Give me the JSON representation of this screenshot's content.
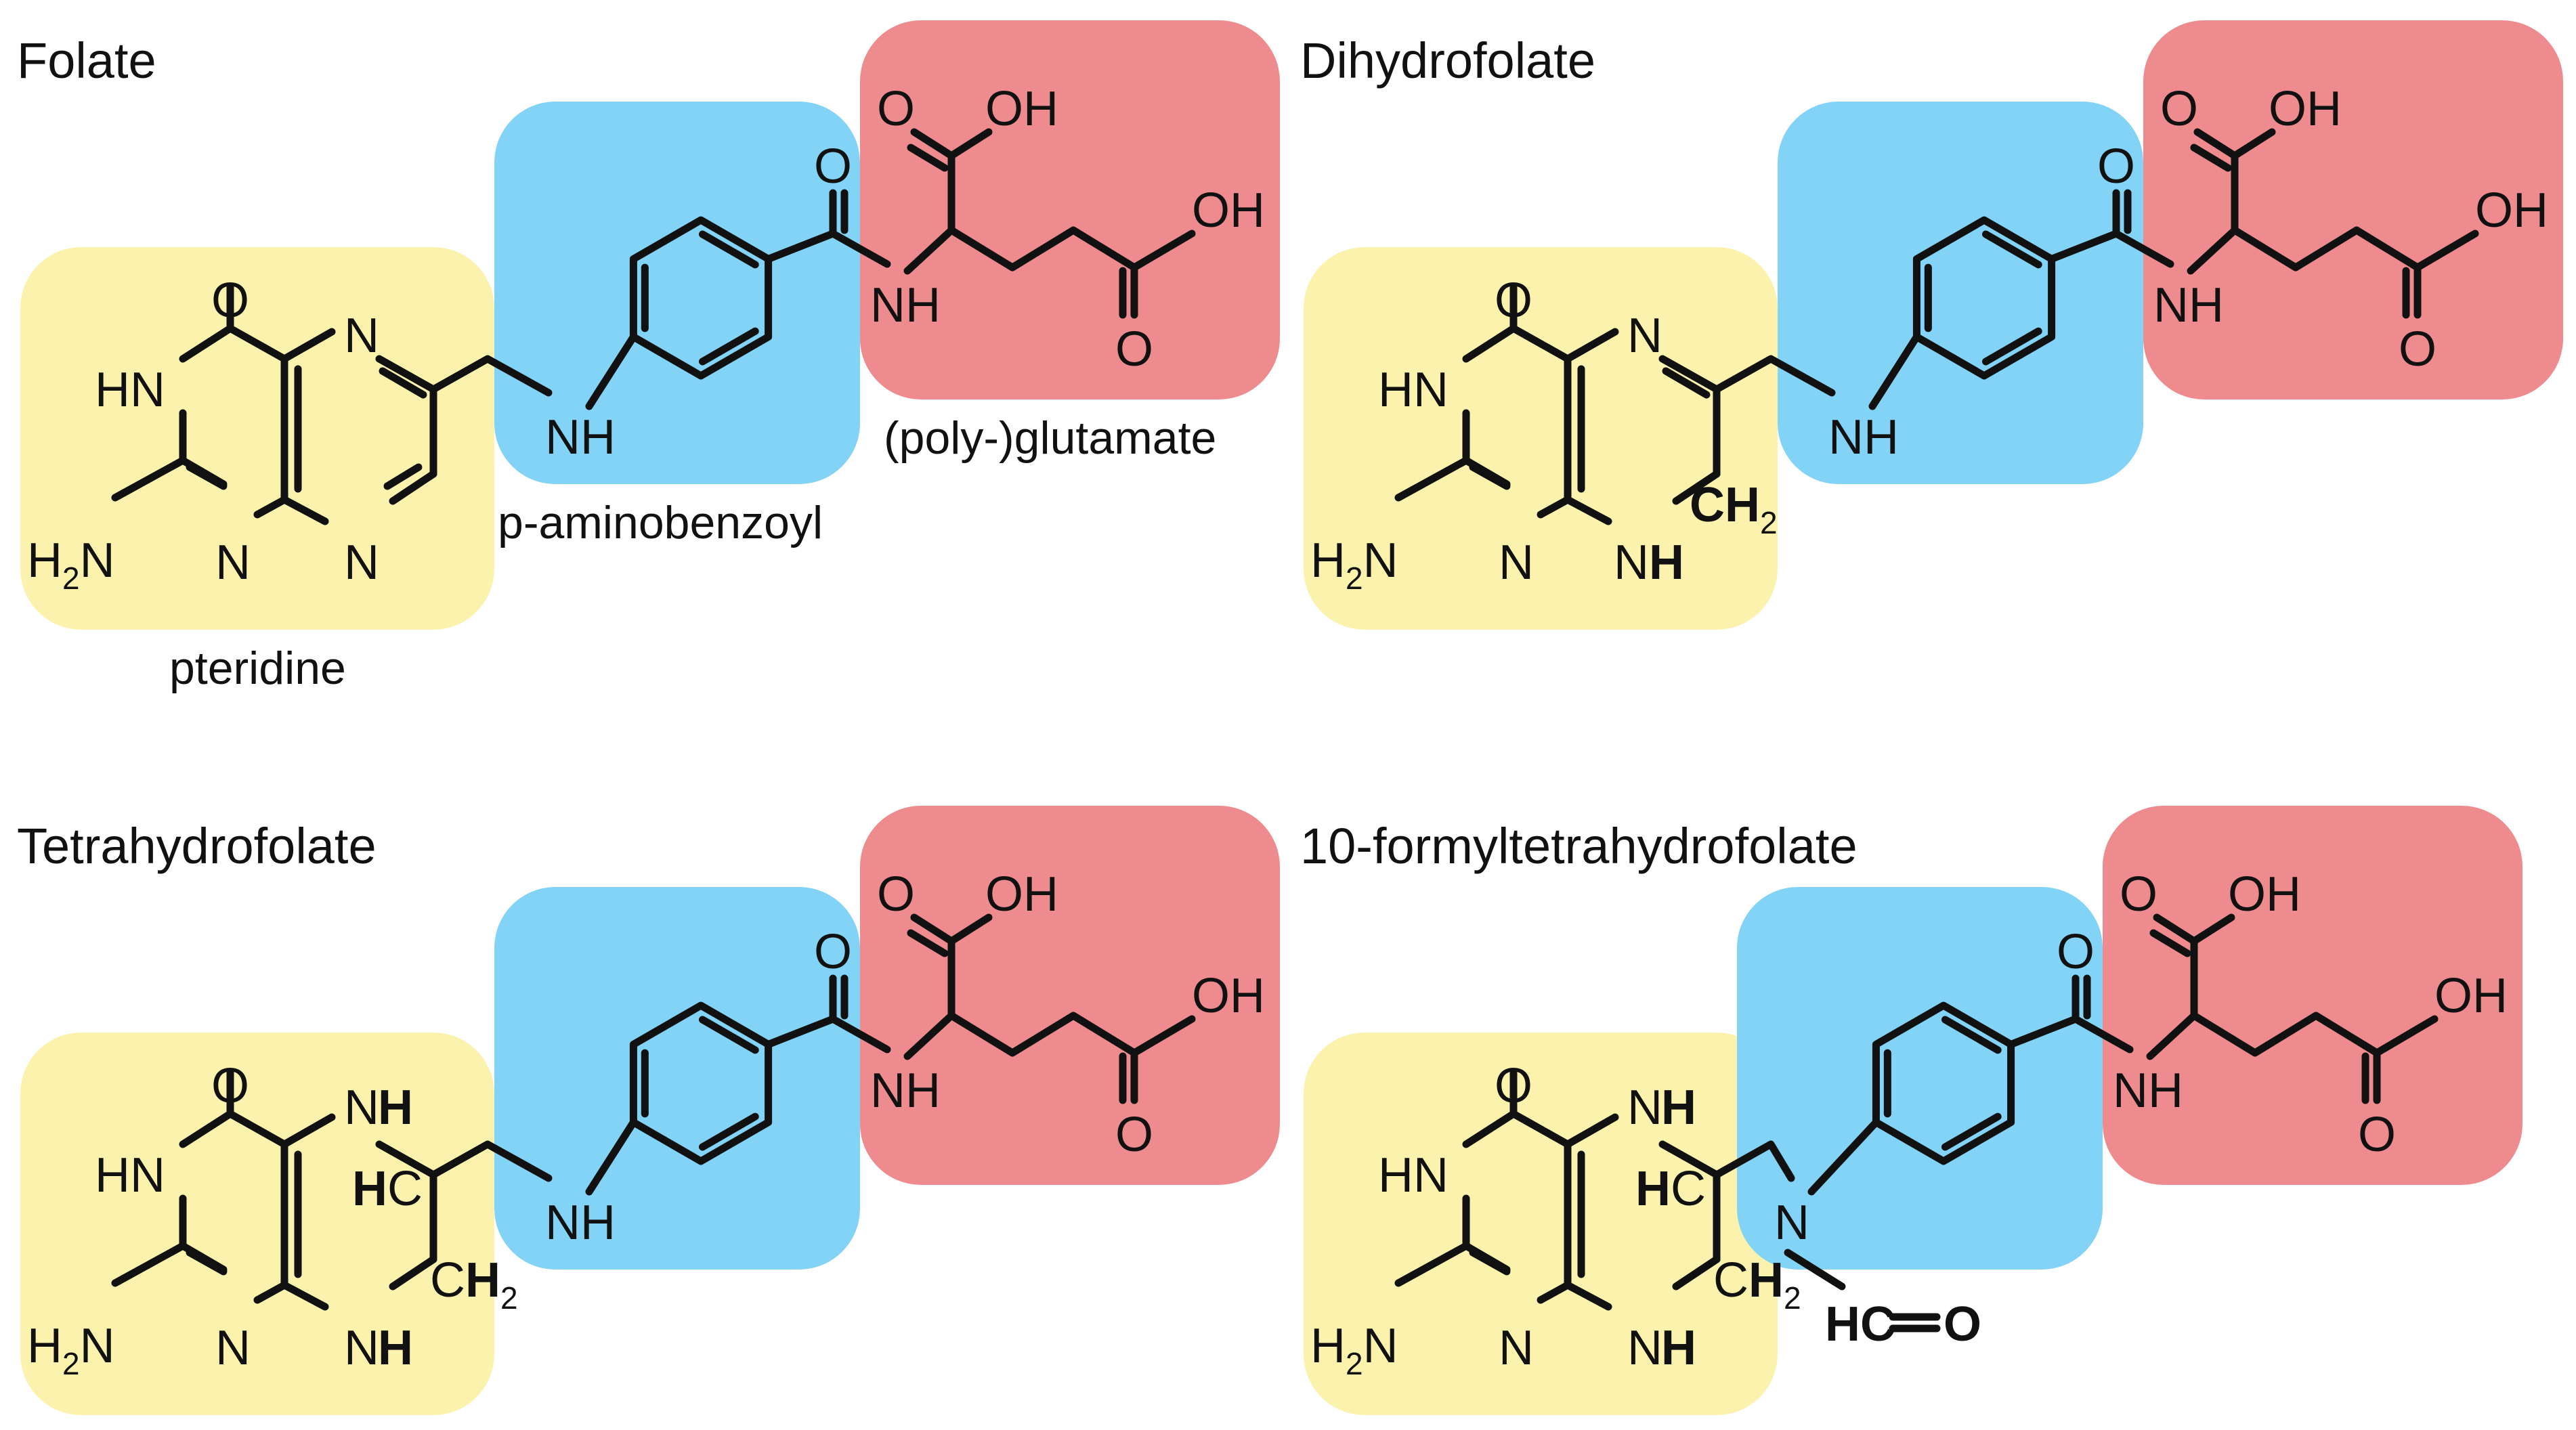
{
  "colors": {
    "pteridine": "#fbf3ad",
    "aminobenzoyl": "#82d3f5",
    "glutamate": "#ed8b8f",
    "ink": "#111111",
    "background": "#ffffff"
  },
  "molecules": [
    {
      "title": "Folate",
      "variant": "folate",
      "labels": {
        "pteridine": "pteridine",
        "aminobenzoyl": "p-aminobenzoyl",
        "glutamate": "(poly-)glutamate"
      }
    },
    {
      "title": "Dihydrofolate",
      "variant": "dihydro"
    },
    {
      "title": "Tetrahydrofolate",
      "variant": "tetrahydro"
    },
    {
      "title": "10-formyltetrahydrofolate",
      "variant": "formyl"
    }
  ],
  "atoms": {
    "oxygen": "O",
    "hydroxyl": "OH",
    "ring_nitrogen": "N",
    "imine": "NH",
    "ring_hn": "HN",
    "amine_h": "H",
    "amine_n": "N",
    "amine_sub": "2",
    "carbon_h": "C",
    "carbon_h2": "CH",
    "h_prefix": "H",
    "formyl": "HC",
    "formyl_o": "O"
  }
}
